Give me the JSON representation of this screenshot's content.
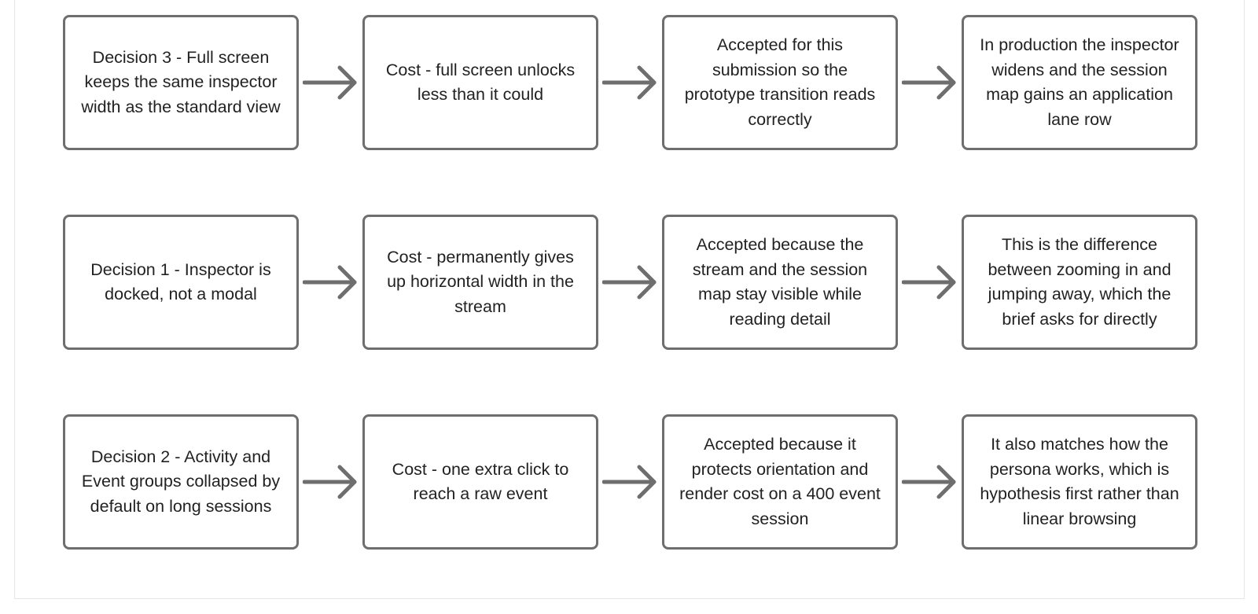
{
  "colors": {
    "border": "#6e6e6e",
    "arrow": "#6e6e6e",
    "text": "#222222",
    "background": "#ffffff"
  },
  "rows": [
    {
      "steps": [
        "Decision 3 - Full screen keeps the same inspector width as the standard view",
        "Cost - full screen unlocks less than it could",
        "Accepted for this submission so the prototype transition reads correctly",
        "In production the inspector widens and the session map gains an application lane row"
      ]
    },
    {
      "steps": [
        "Decision 1 - Inspector is docked, not a modal",
        "Cost - permanently gives up horizontal width in the stream",
        "Accepted because the stream and the session map stay visible while reading detail",
        "This is the difference between zooming in and jumping away, which the brief asks for directly"
      ]
    },
    {
      "steps": [
        "Decision 2 - Activity and Event groups collapsed by default on long sessions",
        "Cost - one extra click to reach a raw event",
        "Accepted because it protects orientation and render cost on a 400 event session",
        "It also matches how the persona works, which is hypothesis first rather than linear browsing"
      ]
    }
  ],
  "connector_icon": "arrow-right-icon"
}
